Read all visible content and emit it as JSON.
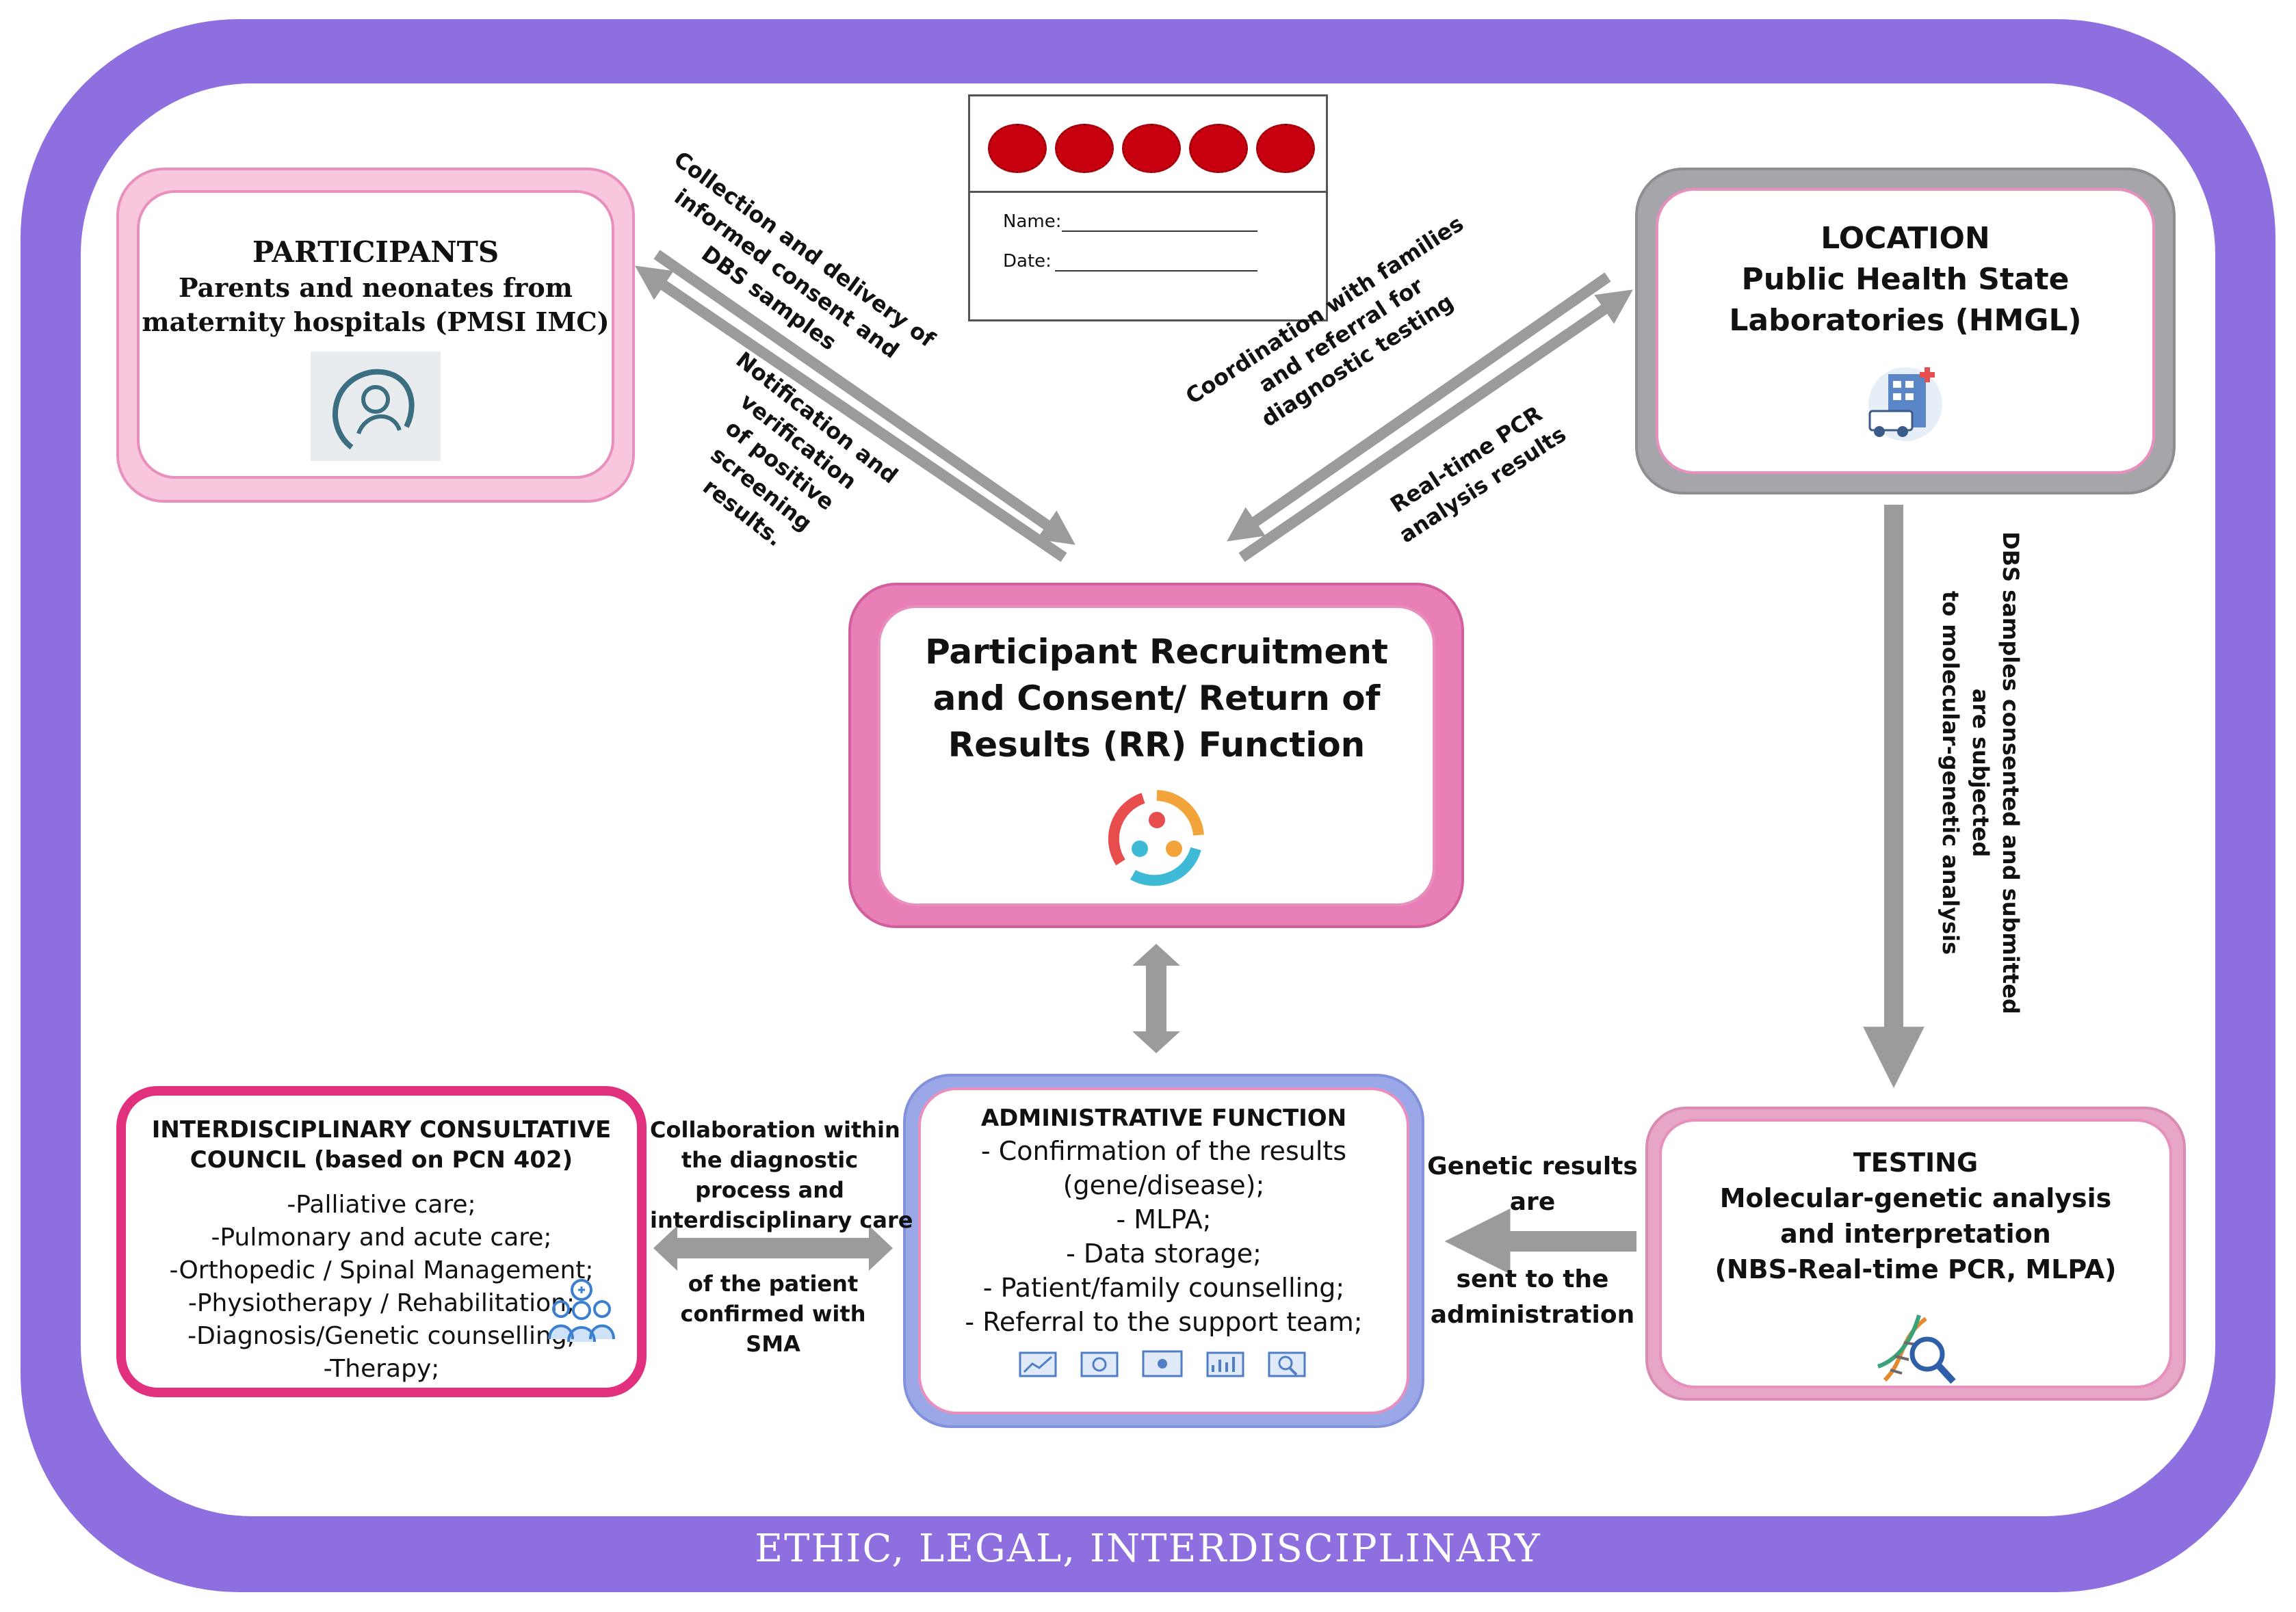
{
  "footer": {
    "text": "ETHIC, LEGAL, INTERDISCIPLINARY"
  },
  "card": {
    "name_label": "Name:",
    "date_label": "Date:"
  },
  "participants": {
    "title": "PARTICIPANTS",
    "line1": "Parents  and neonates from",
    "line2": "maternity hospitals (PMSI IMC)",
    "icon": "mother-baby-icon"
  },
  "location": {
    "title": "LOCATION",
    "line1": "Public Health State",
    "line2": "Laboratories (HMGL)",
    "icon": "laboratory-ambulance-icon"
  },
  "central": {
    "line1": "Participant Recruitment",
    "line2": "and Consent/ Return of",
    "line3": "Results (RR) Function",
    "icon": "people-circle-icon"
  },
  "council": {
    "title1": "INTERDISCIPLINARY CONSULTATIVE",
    "title2": "COUNCIL (based on PCN 402)",
    "items": [
      "-Palliative care;",
      "-Pulmonary and acute care;",
      "-Orthopedic / Spinal Management;",
      "-Physiotherapy / Rehabilitation;",
      "-Diagnosis/Genetic counselling;",
      "-Therapy;"
    ],
    "icon": "doctors-team-icon"
  },
  "admin": {
    "title": "ADMINISTRATIVE FUNCTION",
    "items": [
      "- Confirmation of the results",
      "(gene/disease);",
      "- MLPA;",
      "- Data storage;",
      "- Patient/family counselling;",
      "- Referral to the support team;"
    ],
    "icon": "data-analysis-icons"
  },
  "testing": {
    "title": "TESTING",
    "line1": "Molecular-genetic analysis",
    "line2": "and interpretation",
    "line3": "(NBS-Real-time PCR, MLPA)",
    "icon": "dna-magnifier-icon"
  },
  "labels": {
    "collection": [
      "Collection and delivery of",
      "informed consent and",
      "DBS samples"
    ],
    "notification": [
      "Notification and",
      "verification",
      "of positive",
      "screening",
      "results."
    ],
    "coordination": [
      "Coordination with families",
      "and referral for",
      "diagnostic testing"
    ],
    "realtime": [
      "Real-time PCR",
      "analysis results"
    ],
    "dbs_vertical": [
      "DBS samples consented and submitted",
      "are subjected",
      "to molecular-genetic analysis"
    ],
    "genetic_results": [
      "Genetic results",
      "are"
    ],
    "sent_to": [
      "sent to the",
      "administration"
    ],
    "collaboration": [
      "Collaboration within",
      "the diagnostic",
      "process and",
      "interdisciplinary care"
    ],
    "patient": [
      "of the patient",
      "confirmed with",
      "SMA"
    ]
  },
  "colors": {
    "frame": "#8e6fe0",
    "pink": "#e87fb6",
    "magenta": "#e0307e",
    "blue": "#9aa8e8",
    "grey": "#a6a6aa",
    "arrow": "#9b9b9b"
  }
}
